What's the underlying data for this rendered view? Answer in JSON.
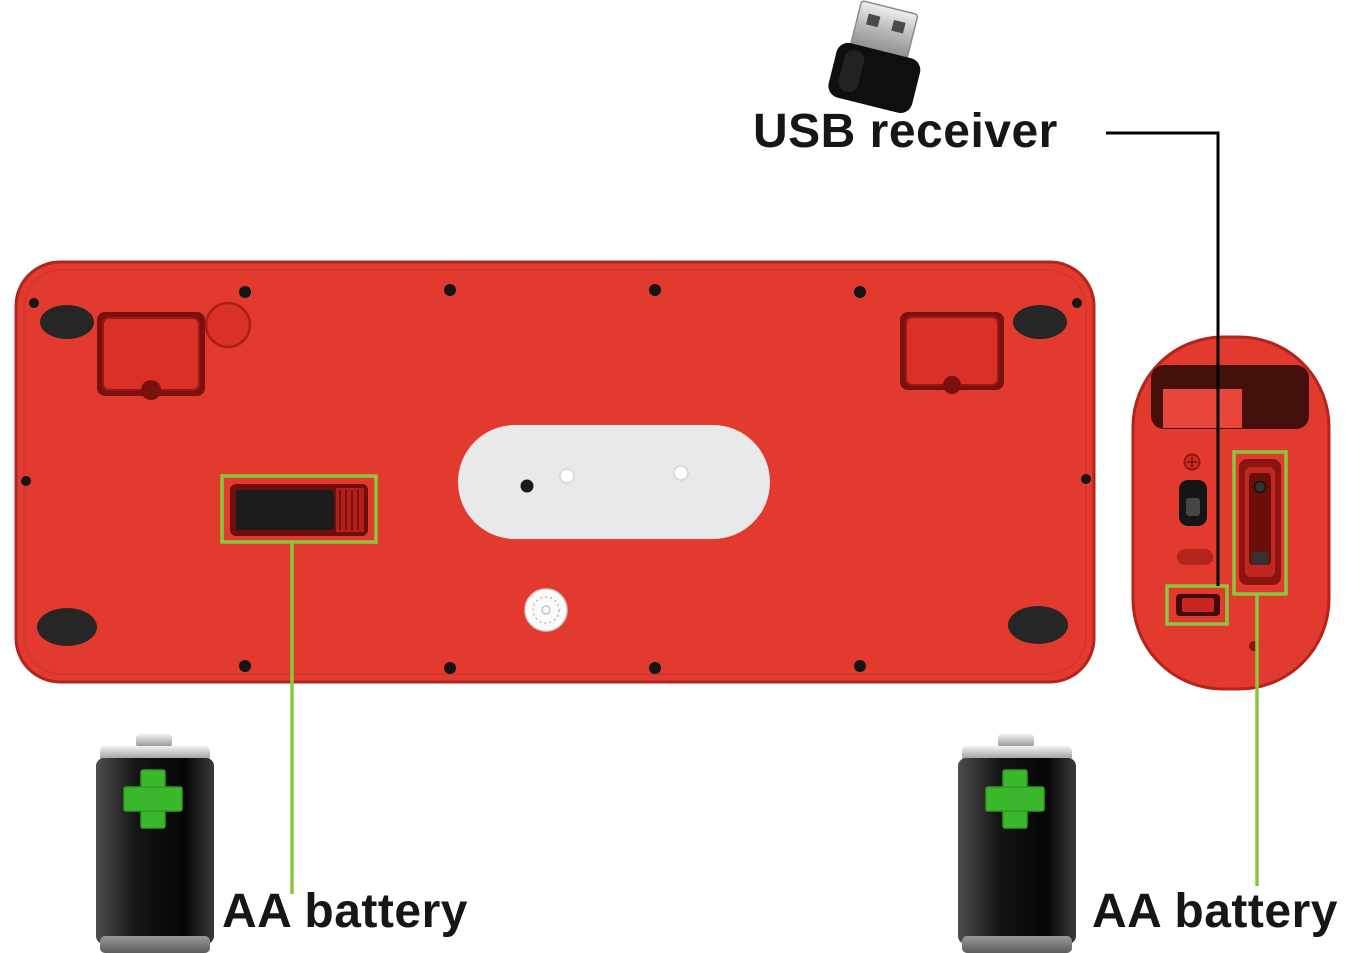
{
  "annotations": {
    "usb_receiver_label": "USB receiver",
    "keyboard_battery_label": "AA battery",
    "mouse_battery_label": "AA battery"
  },
  "colors": {
    "device_red": "#e23a2e",
    "device_red_dark": "#b2241c",
    "device_red_deep": "#7a110e",
    "annotation_green": "#8cc63f",
    "callout_line_black": "#000000",
    "battery_body_black": "#151515",
    "battery_cross_green": "#3cb82c",
    "keyboard_label_oval_gray": "#e9e9e9",
    "usb_metal_gray": "#b5b5b5"
  }
}
